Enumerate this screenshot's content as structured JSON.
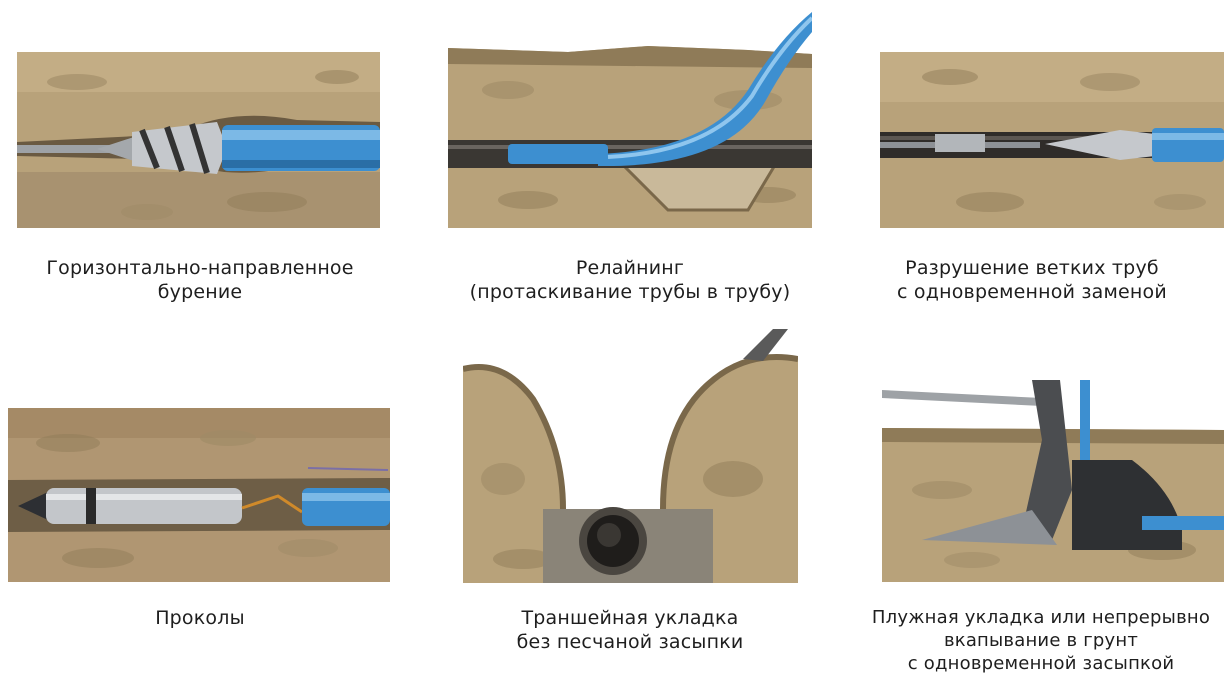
{
  "methods": [
    {
      "id": "hdd",
      "lines": [
        "Горизонтально-направленное",
        "бурение"
      ]
    },
    {
      "id": "relining",
      "lines": [
        "Релайнинг",
        "(протаскивание трубы в трубу)"
      ]
    },
    {
      "id": "pipe-bursting",
      "lines": [
        "Разрушение ветких труб",
        "с одновременной заменой"
      ]
    },
    {
      "id": "piercing",
      "lines": [
        "Проколы"
      ]
    },
    {
      "id": "trench",
      "lines": [
        "Траншейная укладка",
        "без песчаной засыпки"
      ]
    },
    {
      "id": "plough",
      "lines": [
        "Плужная укладка или непрерывно",
        "вкапывание в грунт",
        "с одновременной засыпкой"
      ]
    }
  ],
  "colors": {
    "soil": "#b8a27a",
    "soil_dark": "#8f7b58",
    "pipe_blue": "#3d8fd0",
    "steel": "#b9bcc0"
  }
}
